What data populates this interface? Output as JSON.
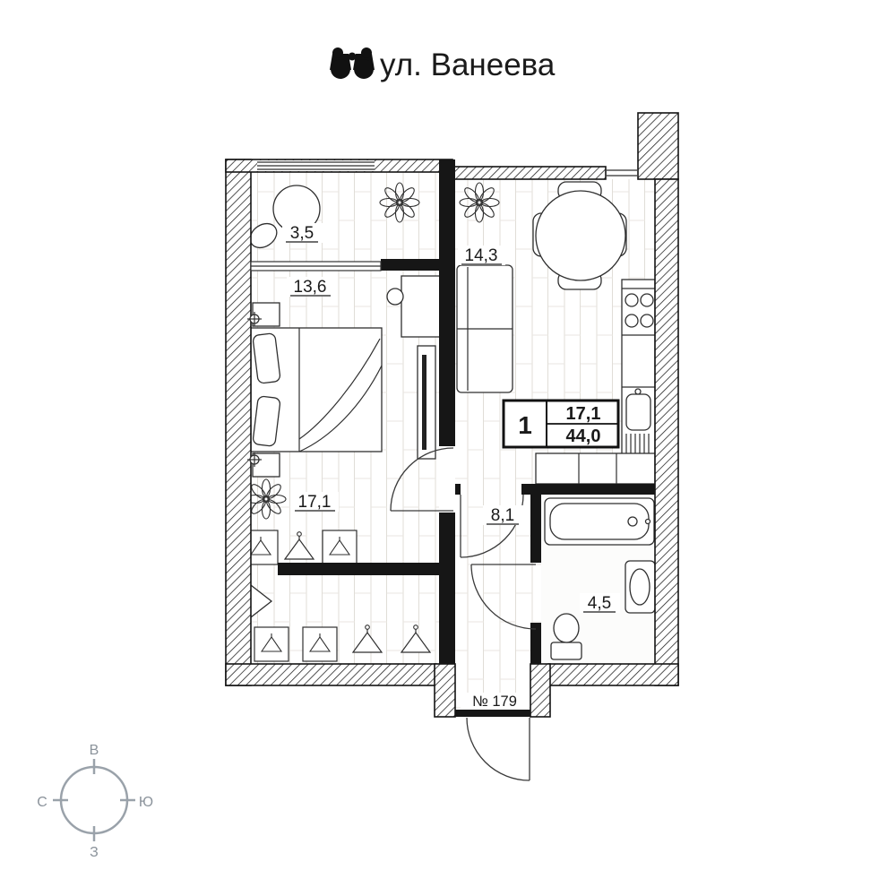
{
  "title": {
    "street": "ул. Ванеева"
  },
  "icons": {
    "title": "binoculars-icon",
    "compass": "compass-rose"
  },
  "floorplan": {
    "rooms": [
      {
        "name": "closet",
        "area": "3,5"
      },
      {
        "name": "bedroom",
        "area": "13,6"
      },
      {
        "name": "kitchen-living",
        "area": "14,3"
      },
      {
        "name": "living",
        "area": "17,1"
      },
      {
        "name": "hallway",
        "area": "8,1"
      },
      {
        "name": "bathroom",
        "area": "4,5"
      }
    ],
    "info_box": {
      "rooms_count": "1",
      "living_area": "17,1",
      "total_area": "44,0"
    },
    "apartment_number": "№ 179"
  },
  "compass": {
    "top": "В",
    "left": "С",
    "right": "Ю",
    "bottom": "З"
  },
  "colors": {
    "wall_ink": "#1a1a1a",
    "compass_gray": "#8b939b"
  }
}
